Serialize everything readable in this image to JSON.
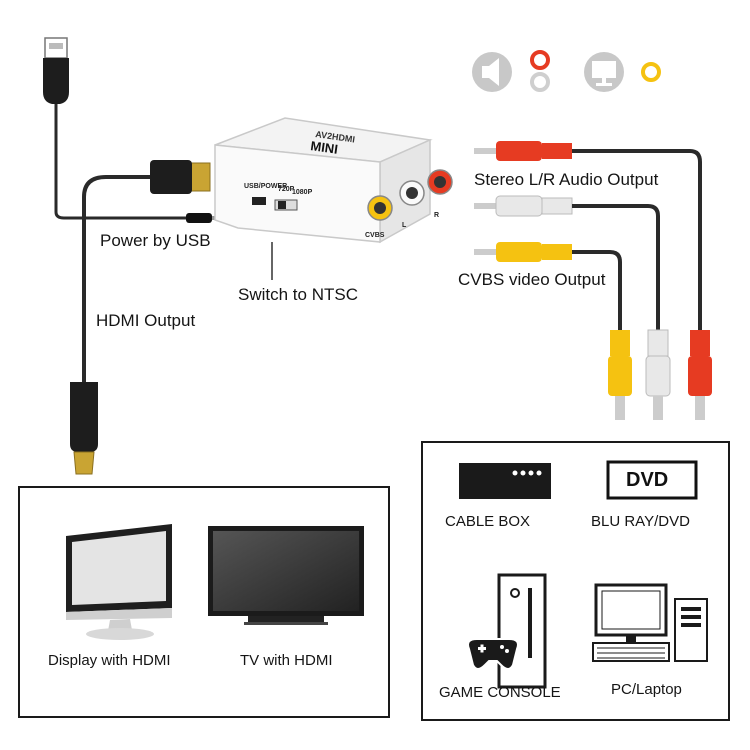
{
  "device": {
    "name": "MINI",
    "model": "AV2HDMI",
    "port_usb": "USB/POWER",
    "switch_720p": "720P",
    "switch_1080p": "1080P",
    "port_cvbs": "CVBS",
    "port_l": "L",
    "port_r": "R"
  },
  "labels": {
    "power": "Power by USB",
    "switch": "Switch to NTSC",
    "hdmi_output": "HDMI Output",
    "stereo_output": "Stereo L/R Audio Output",
    "video_output": "CVBS video Output"
  },
  "outputs_panel": {
    "items": [
      {
        "label": "Display with HDMI",
        "icon": "monitor-icon"
      },
      {
        "label": "TV with HDMI",
        "icon": "tv-icon"
      }
    ]
  },
  "sources_panel": {
    "items": [
      {
        "label": "CABLE BOX",
        "icon": "cable-box-icon"
      },
      {
        "label": "BLU RAY/DVD",
        "icon": "dvd-icon",
        "badge": "DVD"
      },
      {
        "label": "GAME CONSOLE",
        "icon": "game-console-icon"
      },
      {
        "label": "PC/Laptop",
        "icon": "pc-icon"
      }
    ]
  },
  "colors": {
    "cable": "#2a2a2a",
    "rca_red": "#e63b22",
    "rca_white": "#e8e8e8",
    "rca_yellow": "#f5c211",
    "device_body": "#fafafa"
  }
}
